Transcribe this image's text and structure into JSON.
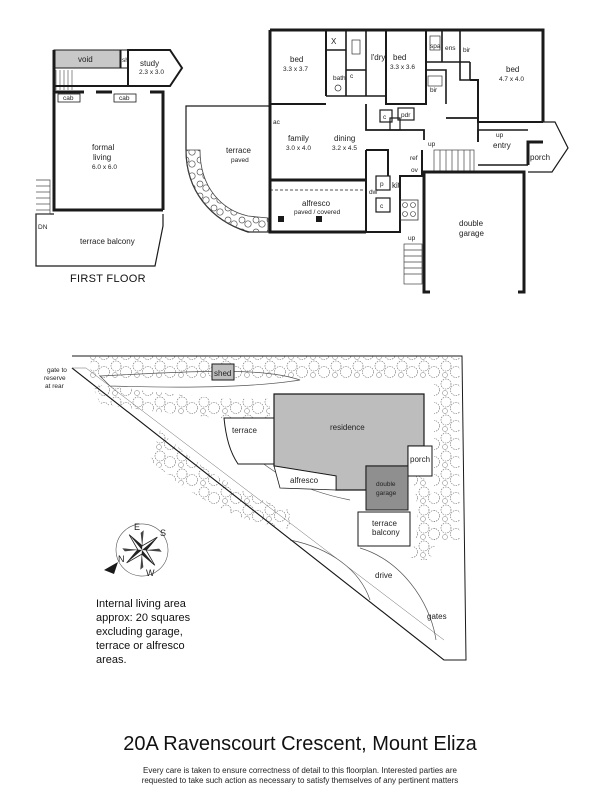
{
  "first_floor": {
    "title": "FIRST FLOOR",
    "void": "void",
    "sh": "sh",
    "study": "study",
    "study_dim": "2.3 x 3.0",
    "cab1": "cab",
    "cab2": "cab",
    "formal_living": "formal",
    "formal_living2": "living",
    "formal_dim": "6.0 x 6.0",
    "terrace_balcony": "terrace balcony",
    "dn": "DN"
  },
  "ground_floor": {
    "bed1": "bed",
    "bed1_dim": "3.3 x 3.7",
    "x": "X",
    "bath": "bath",
    "c1": "c",
    "ldry": "l'dry",
    "bed2": "bed",
    "bed2_dim": "3.3 x 3.6",
    "spa": "spa",
    "ens": "ens",
    "bir1": "bir",
    "bir2": "bir",
    "bed3": "bed",
    "bed3_dim": "4.7 x 4.0",
    "pdr": "pdr",
    "c2": "c",
    "p": "p",
    "c3": "c",
    "ac": "ac",
    "family": "family",
    "family_dim": "3.0 x 4.0",
    "dining": "dining",
    "dining_dim": "3.2 x 4.5",
    "terrace": "terrace",
    "terrace_paved": "paved",
    "kit": "kit",
    "dw": "dw",
    "ref": "ref",
    "ov": "ov",
    "up1": "up",
    "up2": "up",
    "up3": "up",
    "entry": "entry",
    "porch": "porch",
    "alfresco": "alfresco",
    "alfresco_sub": "paved / covered",
    "double_garage": "double",
    "double_garage2": "garage"
  },
  "site_plan": {
    "gate_to": "gate to",
    "reserve": "reserve",
    "at_rear": "at rear",
    "shed": "shed",
    "terrace": "terrace",
    "residence": "residence",
    "porch": "porch",
    "alfresco": "alfresco",
    "double": "double",
    "garage": "garage",
    "terrace_balcony1": "terrace",
    "terrace_balcony2": "balcony",
    "drive": "drive",
    "gates": "gates",
    "compass_s": "S",
    "compass_n": "N",
    "compass_e": "E",
    "compass_w": "W"
  },
  "area_note": {
    "line1": "Internal living area",
    "line2": "approx: 20 squares",
    "line3": "excluding garage,",
    "line4": "terrace or alfresco",
    "line5": "areas."
  },
  "address": "20A Ravenscourt Crescent, Mount Eliza",
  "disclaimer": {
    "line1": "Every care is taken to ensure correctness of detail to this floorplan. Interested parties are",
    "line2": "requested to take such action as necessary to satisfy themselves of any pertinent matters"
  },
  "colors": {
    "wall": "#1a1a1a",
    "void_fill": "#c8c8c8",
    "residence_fill": "#bdbdbd",
    "garage_fill": "#8f8f8f",
    "shed_fill": "#bdbdbd"
  }
}
